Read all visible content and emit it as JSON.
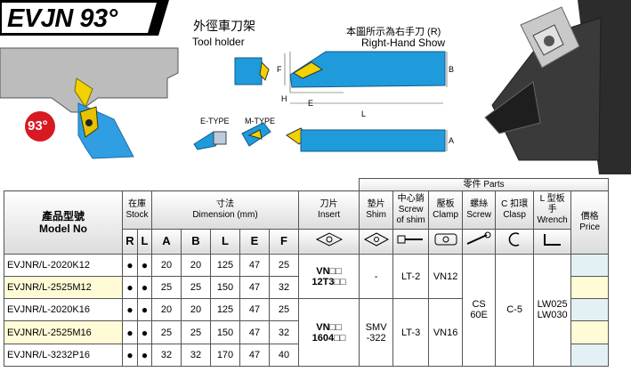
{
  "title": "EVJN 93°",
  "angle_badge": "93°",
  "holder_cn": "外徑車刀架",
  "holder_en": "Tool holder",
  "show_cn": "本圖所示為右手刀 (R)",
  "show_en": "Right-Hand Show",
  "dim_letters": {
    "f": "F",
    "b": "B",
    "h": "H",
    "e": "E",
    "l": "L",
    "a": "A"
  },
  "etype": "E-TYPE",
  "mtype": "M-TYPE",
  "header": {
    "parts": "零件 Parts",
    "model_cn": "產品型號",
    "model_en": "Model No",
    "stock_cn": "在庫",
    "stock_en": "Stock",
    "dim_cn": "寸法",
    "dim_en": "Dimension (mm)",
    "insert_cn": "刀片",
    "insert_en": "Insert",
    "shim_cn": "墊片",
    "shim_en": "Shim",
    "screwshim_cn": "中心銷",
    "screwshim_en1": "Screw",
    "screwshim_en2": "of shim",
    "clamp_cn": "壓板",
    "clamp_en": "Clamp",
    "screw_cn": "螺絲",
    "screw_en": "Screw",
    "clasp_cn": "C 扣環",
    "clasp_en": "Clasp",
    "wrench_cn1": "L 型板",
    "wrench_cn2": "手",
    "wrench_en": "Wrench",
    "price_cn": "價格",
    "price_en": "Price",
    "r": "R",
    "l": "L",
    "A": "A",
    "B": "B",
    "L": "L",
    "E": "E",
    "F": "F"
  },
  "dot": "●",
  "rows": [
    {
      "model": "EVJNR/L-2020K12",
      "A": "20",
      "B": "20",
      "L": "125",
      "E": "47",
      "F": "25"
    },
    {
      "model": "EVJNR/L-2525M12",
      "A": "25",
      "B": "25",
      "L": "150",
      "E": "47",
      "F": "32"
    },
    {
      "model": "EVJNR/L-2020K16",
      "A": "20",
      "B": "20",
      "L": "125",
      "E": "47",
      "F": "25"
    },
    {
      "model": "EVJNR/L-2525M16",
      "A": "25",
      "B": "25",
      "L": "150",
      "E": "47",
      "F": "32"
    },
    {
      "model": "EVJNR/L-3232P16",
      "A": "32",
      "B": "32",
      "L": "170",
      "E": "47",
      "F": "40"
    }
  ],
  "groups": [
    {
      "insert1": "VN□□",
      "insert2": "12T3□□",
      "shim": "-",
      "screwshim": "LT-2",
      "clamp": "VN12"
    },
    {
      "insert1": "VN□□",
      "insert2": "1604□□",
      "shim": "SMV\n-322",
      "screwshim": "LT-3",
      "clamp": "VN16"
    }
  ],
  "screw1": "CS",
  "screw2": "60E",
  "clasp": "C-5",
  "wrench1": "LW025",
  "wrench2": "LW030"
}
